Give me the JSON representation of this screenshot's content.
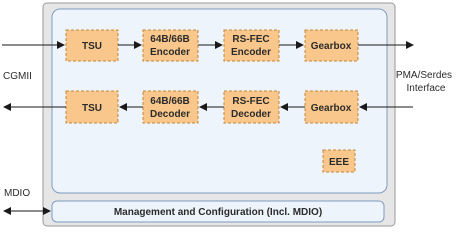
{
  "colors": {
    "outer_fill": "#e6e6e6",
    "outer_stroke": "#9a9a9a",
    "inner_fill": "#eef4fb",
    "inner_stroke": "#7f9bc2",
    "block_fill": "#f9c78b",
    "block_stroke": "#c4873c",
    "mgmt_fill": "#eef4fb",
    "arrow": "#1a1a1a"
  },
  "labels": {
    "left_interface": "CGMII",
    "right_interface_line1": "PMA/Serdes",
    "right_interface_line2": "Interface",
    "mdio": "MDIO"
  },
  "tx_path": {
    "tsu": "TSU",
    "encoder_line1": "64B/66B",
    "encoder_line2": "Encoder",
    "fec_line1": "RS-FEC",
    "fec_line2": "Encoder",
    "gearbox": "Gearbox"
  },
  "rx_path": {
    "tsu": "TSU",
    "decoder_line1": "64B/66B",
    "decoder_line2": "Decoder",
    "fec_line1": "RS-FEC",
    "fec_line2": "Decoder",
    "gearbox": "Gearbox"
  },
  "eee": "EEE",
  "management": "Management and Configuration (Incl. MDIO)"
}
